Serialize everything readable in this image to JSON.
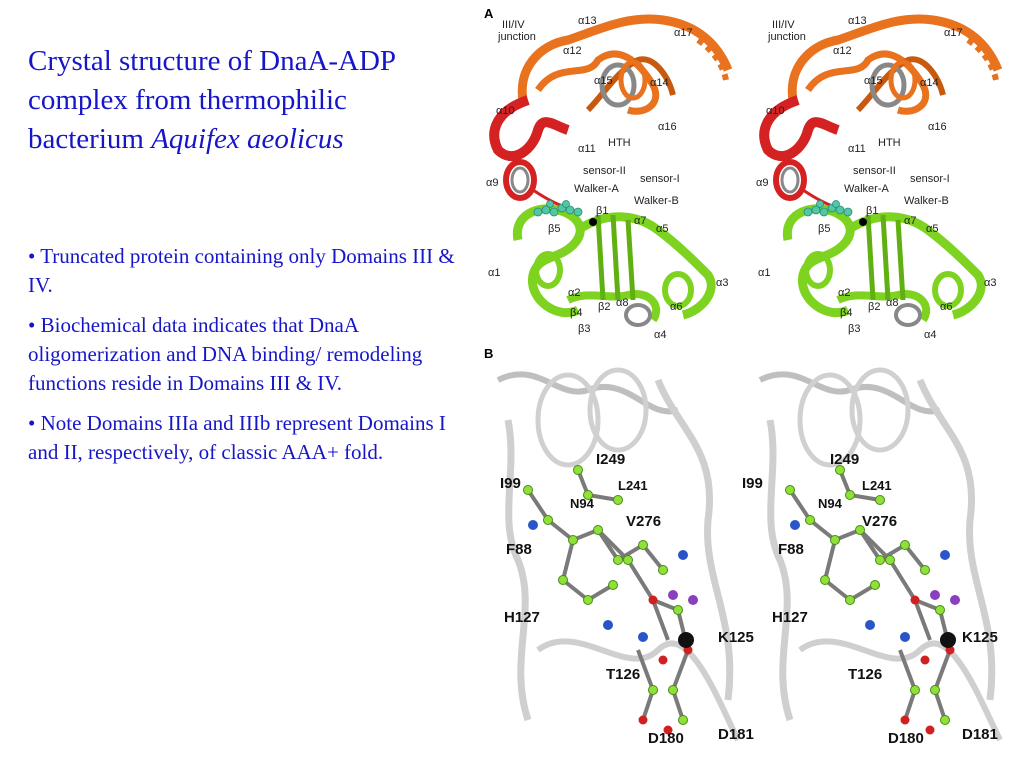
{
  "slide": {
    "title_part1": "Crystal structure of DnaA-ADP complex from thermophilic bacterium ",
    "title_italic": "Aquifex aeolicus",
    "bullets": [
      "•  Truncated protein containing only Domains III & IV.",
      "•  Biochemical data indicates that DnaA oligomerization and DNA binding/ remodeling functions reside in Domains III & IV.",
      "•  Note Domains IIIa and IIIb represent Domains I and II, respectively, of classic AAA+ fold."
    ]
  },
  "figure": {
    "panel_a": "A",
    "panel_b": "B",
    "colors": {
      "orange": "#e8721e",
      "red": "#d42222",
      "green": "#7ed321",
      "grey": "#888888",
      "blue": "#2a55c8",
      "purple": "#8a3fbf"
    },
    "a_labels": {
      "junction1": "III/IV",
      "junction2": "junction",
      "a13": "α13",
      "a17": "α17",
      "a12": "α12",
      "a15": "α15",
      "a14": "α14",
      "a10": "α10",
      "hth": "HTH",
      "a16": "α16",
      "a11": "α11",
      "sensor2": "sensor-II",
      "a9": "α9",
      "walkerA": "Walker-A",
      "sensor1": "sensor-I",
      "walkerB": "Walker-B",
      "b1": "β1",
      "b5": "β5",
      "a7": "α7",
      "a5": "α5",
      "a1": "α1",
      "a2": "α2",
      "a3": "α3",
      "b4": "β4",
      "b2": "β2",
      "a8": "α8",
      "a6": "α6",
      "b3": "β3",
      "a4": "α4"
    },
    "b_labels": {
      "i249": "I249",
      "i99": "I99",
      "l241": "L241",
      "n94": "N94",
      "v276": "V276",
      "f88": "F88",
      "h127": "H127",
      "k125": "K125",
      "t126": "T126",
      "d180": "D180",
      "d181": "D181"
    }
  }
}
